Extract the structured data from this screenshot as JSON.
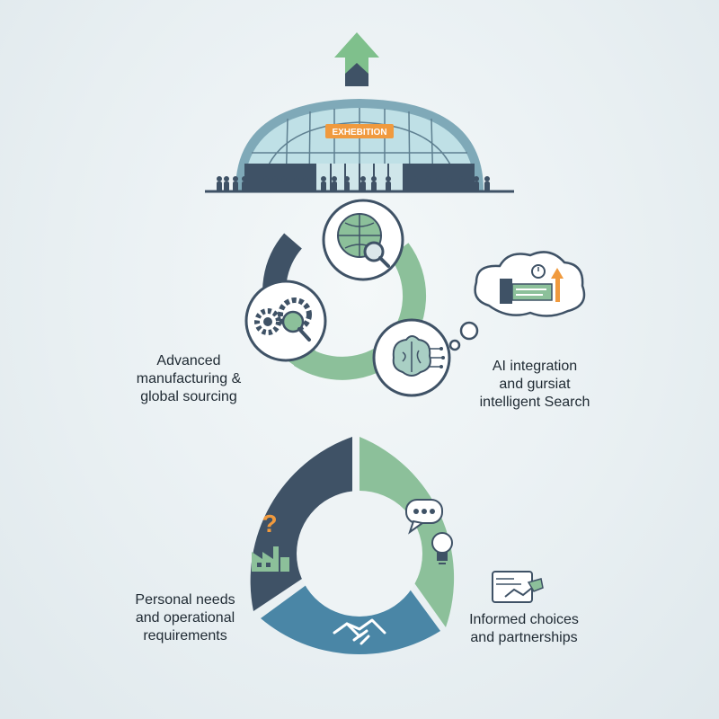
{
  "building": {
    "sign": "EXHEBITION"
  },
  "labels": {
    "manufacturing": "Advanced\nmanufacturing &\nglobal sourcing",
    "ai": "AI integration\nand gursiat\nintelligent Search",
    "needs": "Personal needs\nand operational\nrequirements",
    "choices": "Informed choices\nand partnerships"
  },
  "badge": {
    "question": "?"
  },
  "icons": {
    "top_arrow": "up-arrow-icon",
    "globe": "globe-magnifier-icon",
    "gears": "gears-magnifier-icon",
    "brain": "circuit-brain-icon",
    "thought": "dashboard-thought-cloud-icon",
    "chat": "speech-bubble-icon",
    "bulb": "lightbulb-icon",
    "factory": "factory-icon",
    "handshake": "handshake-icon",
    "contract": "contract-handshake-icon"
  },
  "colors": {
    "navy": "#3f5266",
    "green": "#8cc09a",
    "blue": "#4a86a6",
    "accent_orange": "#f09a3e",
    "arrow_green": "#7fc08c"
  }
}
